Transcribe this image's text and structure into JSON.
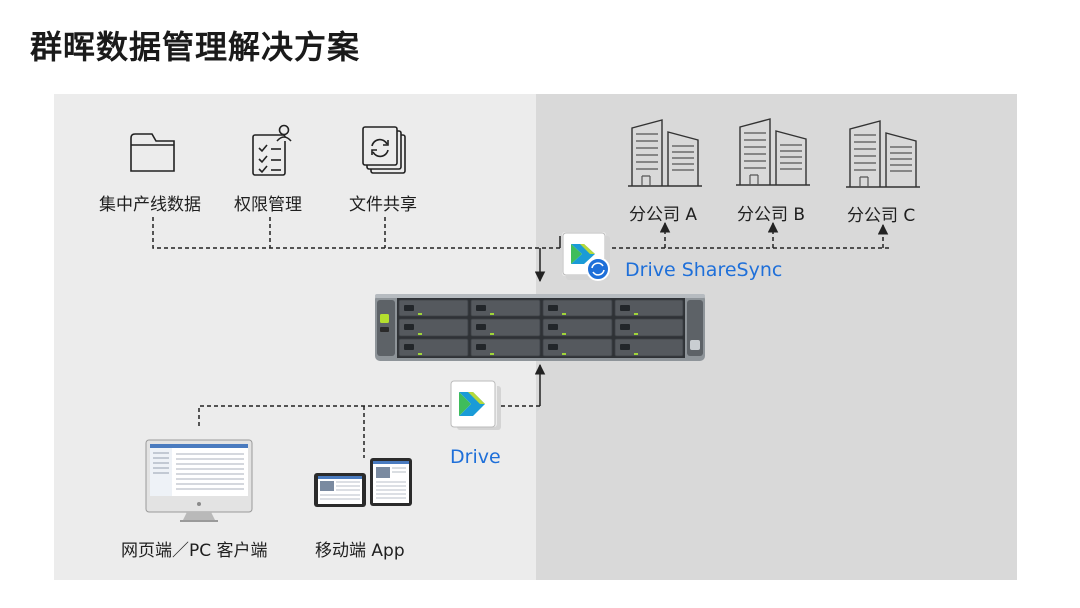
{
  "title": "群晖数据管理解决方案",
  "features": [
    {
      "label": "集中产线数据",
      "icon": "folder-icon"
    },
    {
      "label": "权限管理",
      "icon": "permission-document-icon"
    },
    {
      "label": "文件共享",
      "icon": "file-sync-icon"
    }
  ],
  "branches": [
    {
      "label": "分公司 A",
      "icon": "office-buildings-icon"
    },
    {
      "label": "分公司 B",
      "icon": "office-buildings-icon"
    },
    {
      "label": "分公司 C",
      "icon": "office-buildings-icon"
    }
  ],
  "sync_app": {
    "label": "Drive ShareSync",
    "icon": "drive-sharesync-icon"
  },
  "drive_app": {
    "label": "Drive",
    "icon": "drive-app-icon"
  },
  "server": {
    "icon": "nas-rack-server-icon"
  },
  "clients": [
    {
      "label": "网页端／PC 客户端",
      "icon": "desktop-monitor-icon"
    },
    {
      "label": "移动端 App",
      "icon": "mobile-tablet-icon"
    }
  ],
  "colors": {
    "left_panel": "#ececec",
    "right_panel": "#d9d9d9",
    "accent_blue": "#1e6fd9",
    "connector": "#222222"
  }
}
